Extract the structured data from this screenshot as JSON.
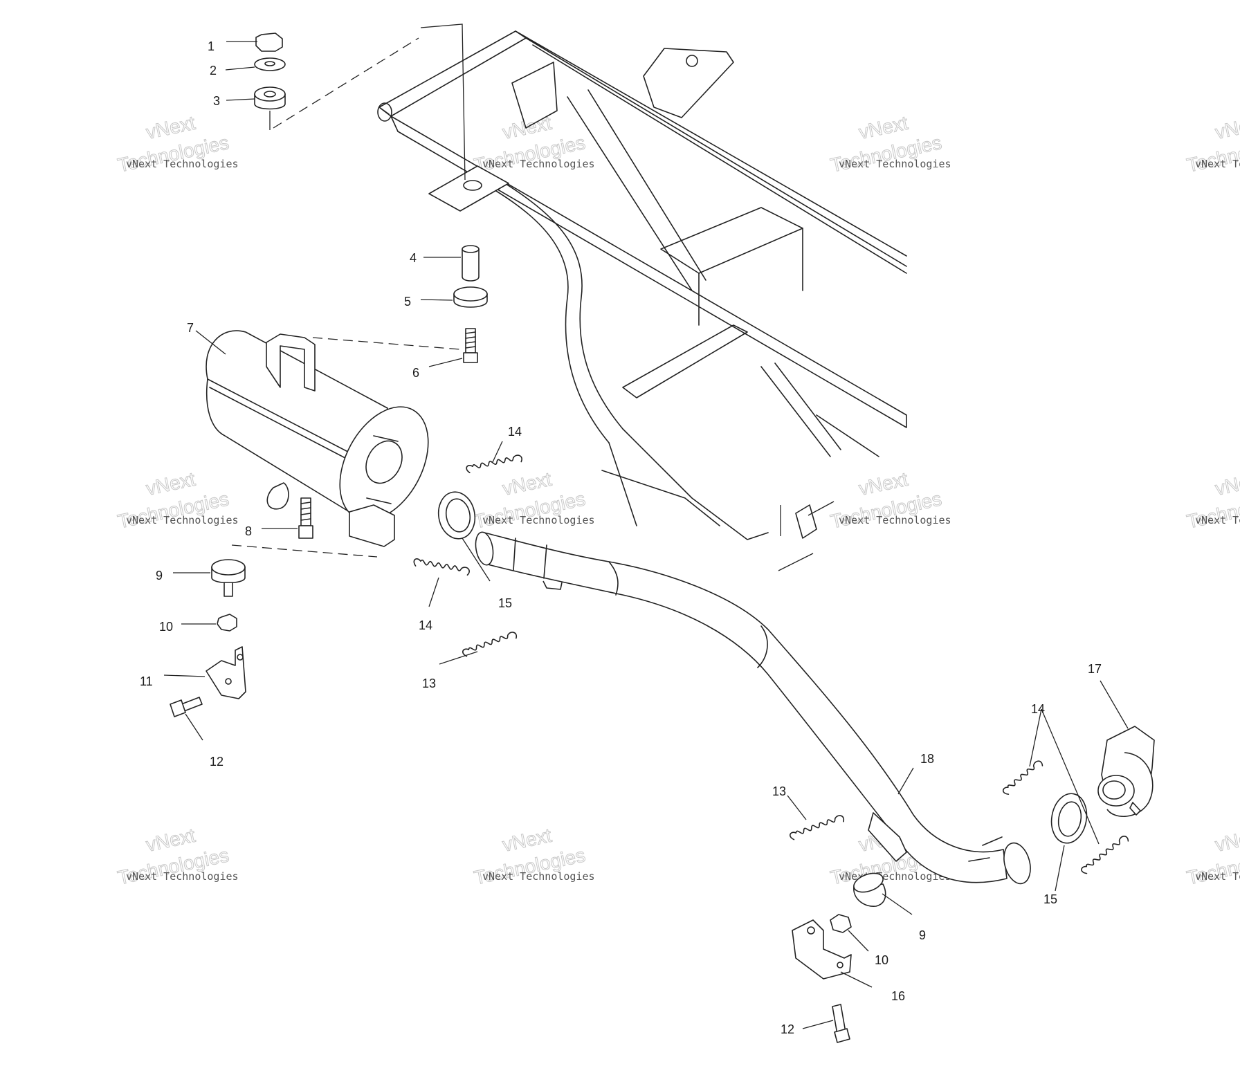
{
  "watermark": {
    "small": "vNext Technologies",
    "big": "Technologies",
    "arc": "vNext"
  },
  "callouts": [
    {
      "id": "c1",
      "part": "1",
      "text": "1"
    },
    {
      "id": "c2",
      "part": "2",
      "text": "2"
    },
    {
      "id": "c3",
      "part": "3",
      "text": "3"
    },
    {
      "id": "c4",
      "part": "4",
      "text": "4"
    },
    {
      "id": "c5",
      "part": "5",
      "text": "5"
    },
    {
      "id": "c6",
      "part": "6",
      "text": "6"
    },
    {
      "id": "c7",
      "part": "7",
      "text": "7"
    },
    {
      "id": "c8",
      "part": "8",
      "text": "8"
    },
    {
      "id": "c9a",
      "part": "9",
      "text": "9"
    },
    {
      "id": "c10a",
      "part": "10",
      "text": "10"
    },
    {
      "id": "c11",
      "part": "11",
      "text": "11"
    },
    {
      "id": "c12a",
      "part": "12",
      "text": "12"
    },
    {
      "id": "c13a",
      "part": "13",
      "text": "13"
    },
    {
      "id": "c14a",
      "part": "14",
      "text": "14"
    },
    {
      "id": "c14b",
      "part": "14",
      "text": "14"
    },
    {
      "id": "c15a",
      "part": "15",
      "text": "15"
    },
    {
      "id": "c13b",
      "part": "13",
      "text": "13"
    },
    {
      "id": "c14c",
      "part": "14",
      "text": "14"
    },
    {
      "id": "c15b",
      "part": "15",
      "text": "15"
    },
    {
      "id": "c17",
      "part": "17",
      "text": "17"
    },
    {
      "id": "c18",
      "part": "18",
      "text": "18"
    },
    {
      "id": "c9b",
      "part": "9",
      "text": "9"
    },
    {
      "id": "c10b",
      "part": "10",
      "text": "10"
    },
    {
      "id": "c16",
      "part": "16",
      "text": "16"
    },
    {
      "id": "c12b",
      "part": "12",
      "text": "12"
    }
  ],
  "colors": {
    "line": "#222222",
    "background": "#ffffff",
    "watermark": "#c8c8c8"
  }
}
